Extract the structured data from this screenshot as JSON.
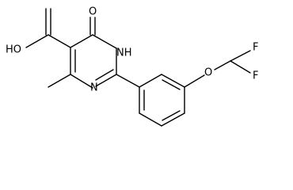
{
  "molecule": {
    "atom_labels": {
      "carbonyl_oxygen": "O",
      "hydroxyl": "HO",
      "ring_nh": "NH",
      "ring_n": "N",
      "ether_oxygen": "O",
      "fluorine_top": "F",
      "fluorine_bottom": "F"
    },
    "colors": {
      "bond": "#000000",
      "label": "#000000",
      "background": "#ffffff"
    }
  }
}
